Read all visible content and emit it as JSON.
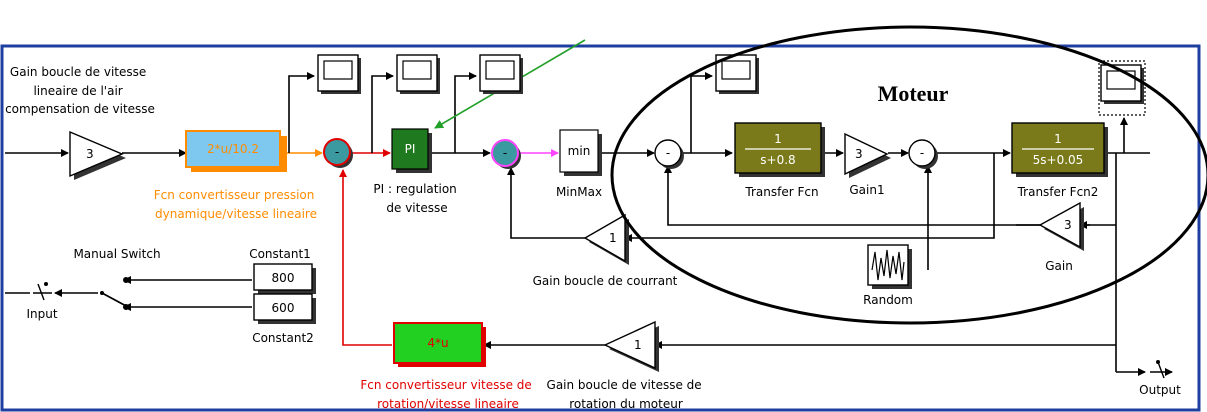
{
  "labels": {
    "gain_air_title": [
      "Gain boucle de vitesse",
      "lineaire de l'air",
      "compensation de vitesse"
    ],
    "fcn_pression_caption": [
      "Fcn convertisseur pression",
      "dynamique/vitesse lineaire"
    ],
    "pi_caption": [
      "PI : regulation",
      "de vitesse"
    ],
    "minmax_caption": "MinMax",
    "transfer_fcn_caption": "Transfer Fcn",
    "gain1_caption": "Gain1",
    "transfer_fcn2_caption": "Transfer Fcn2",
    "moteur": "Moteur",
    "gain_caption": "Gain",
    "random_caption": "Random",
    "gain_courant_caption": "Gain boucle de courrant",
    "manual_switch_caption": "Manual Switch",
    "constant1_caption": "Constant1",
    "constant2_caption": "Constant2",
    "input_caption": "Input",
    "output_caption": "Output",
    "fcn_vitesse_caption": [
      "Fcn convertisseur vitesse de",
      "rotation/vitesse lineaire"
    ],
    "gain_rotation_caption": [
      "Gain boucle de vitesse de",
      "rotation  du moteur"
    ]
  },
  "blocks": {
    "gain_air_value": "3",
    "fcn_pression_expr": "2*u/10.2",
    "pi_text": "PI",
    "minmax_text": "min",
    "tf1_num": "1",
    "tf1_den": "s+0.8",
    "gain1_value": "3",
    "tf2_num": "1",
    "tf2_den": "5s+0.05",
    "gain_value": "3",
    "gain_courant_value": "1",
    "constant1_value": "800",
    "constant2_value": "600",
    "fcn_vitesse_expr": "4*u",
    "gain_rotation_value": "1",
    "sum_sign": "-"
  },
  "colors": {
    "frame_blue": "#1f3fa0",
    "orange": "#ff8c00",
    "red": "#e00000",
    "magenta": "#ff44ff",
    "green_arrow": "#22a02a",
    "pi_fill": "#1f7a1f",
    "fcn_pression_fill": "#7ec8f0",
    "fcn_vitesse_fill": "#22d022",
    "tf_fill": "#7a7a1a",
    "sum_fill": "#3a9aa0"
  },
  "icons": [
    "scope-icon",
    "switch-icon",
    "random-noise-icon",
    "inport-icon",
    "outport-icon"
  ]
}
